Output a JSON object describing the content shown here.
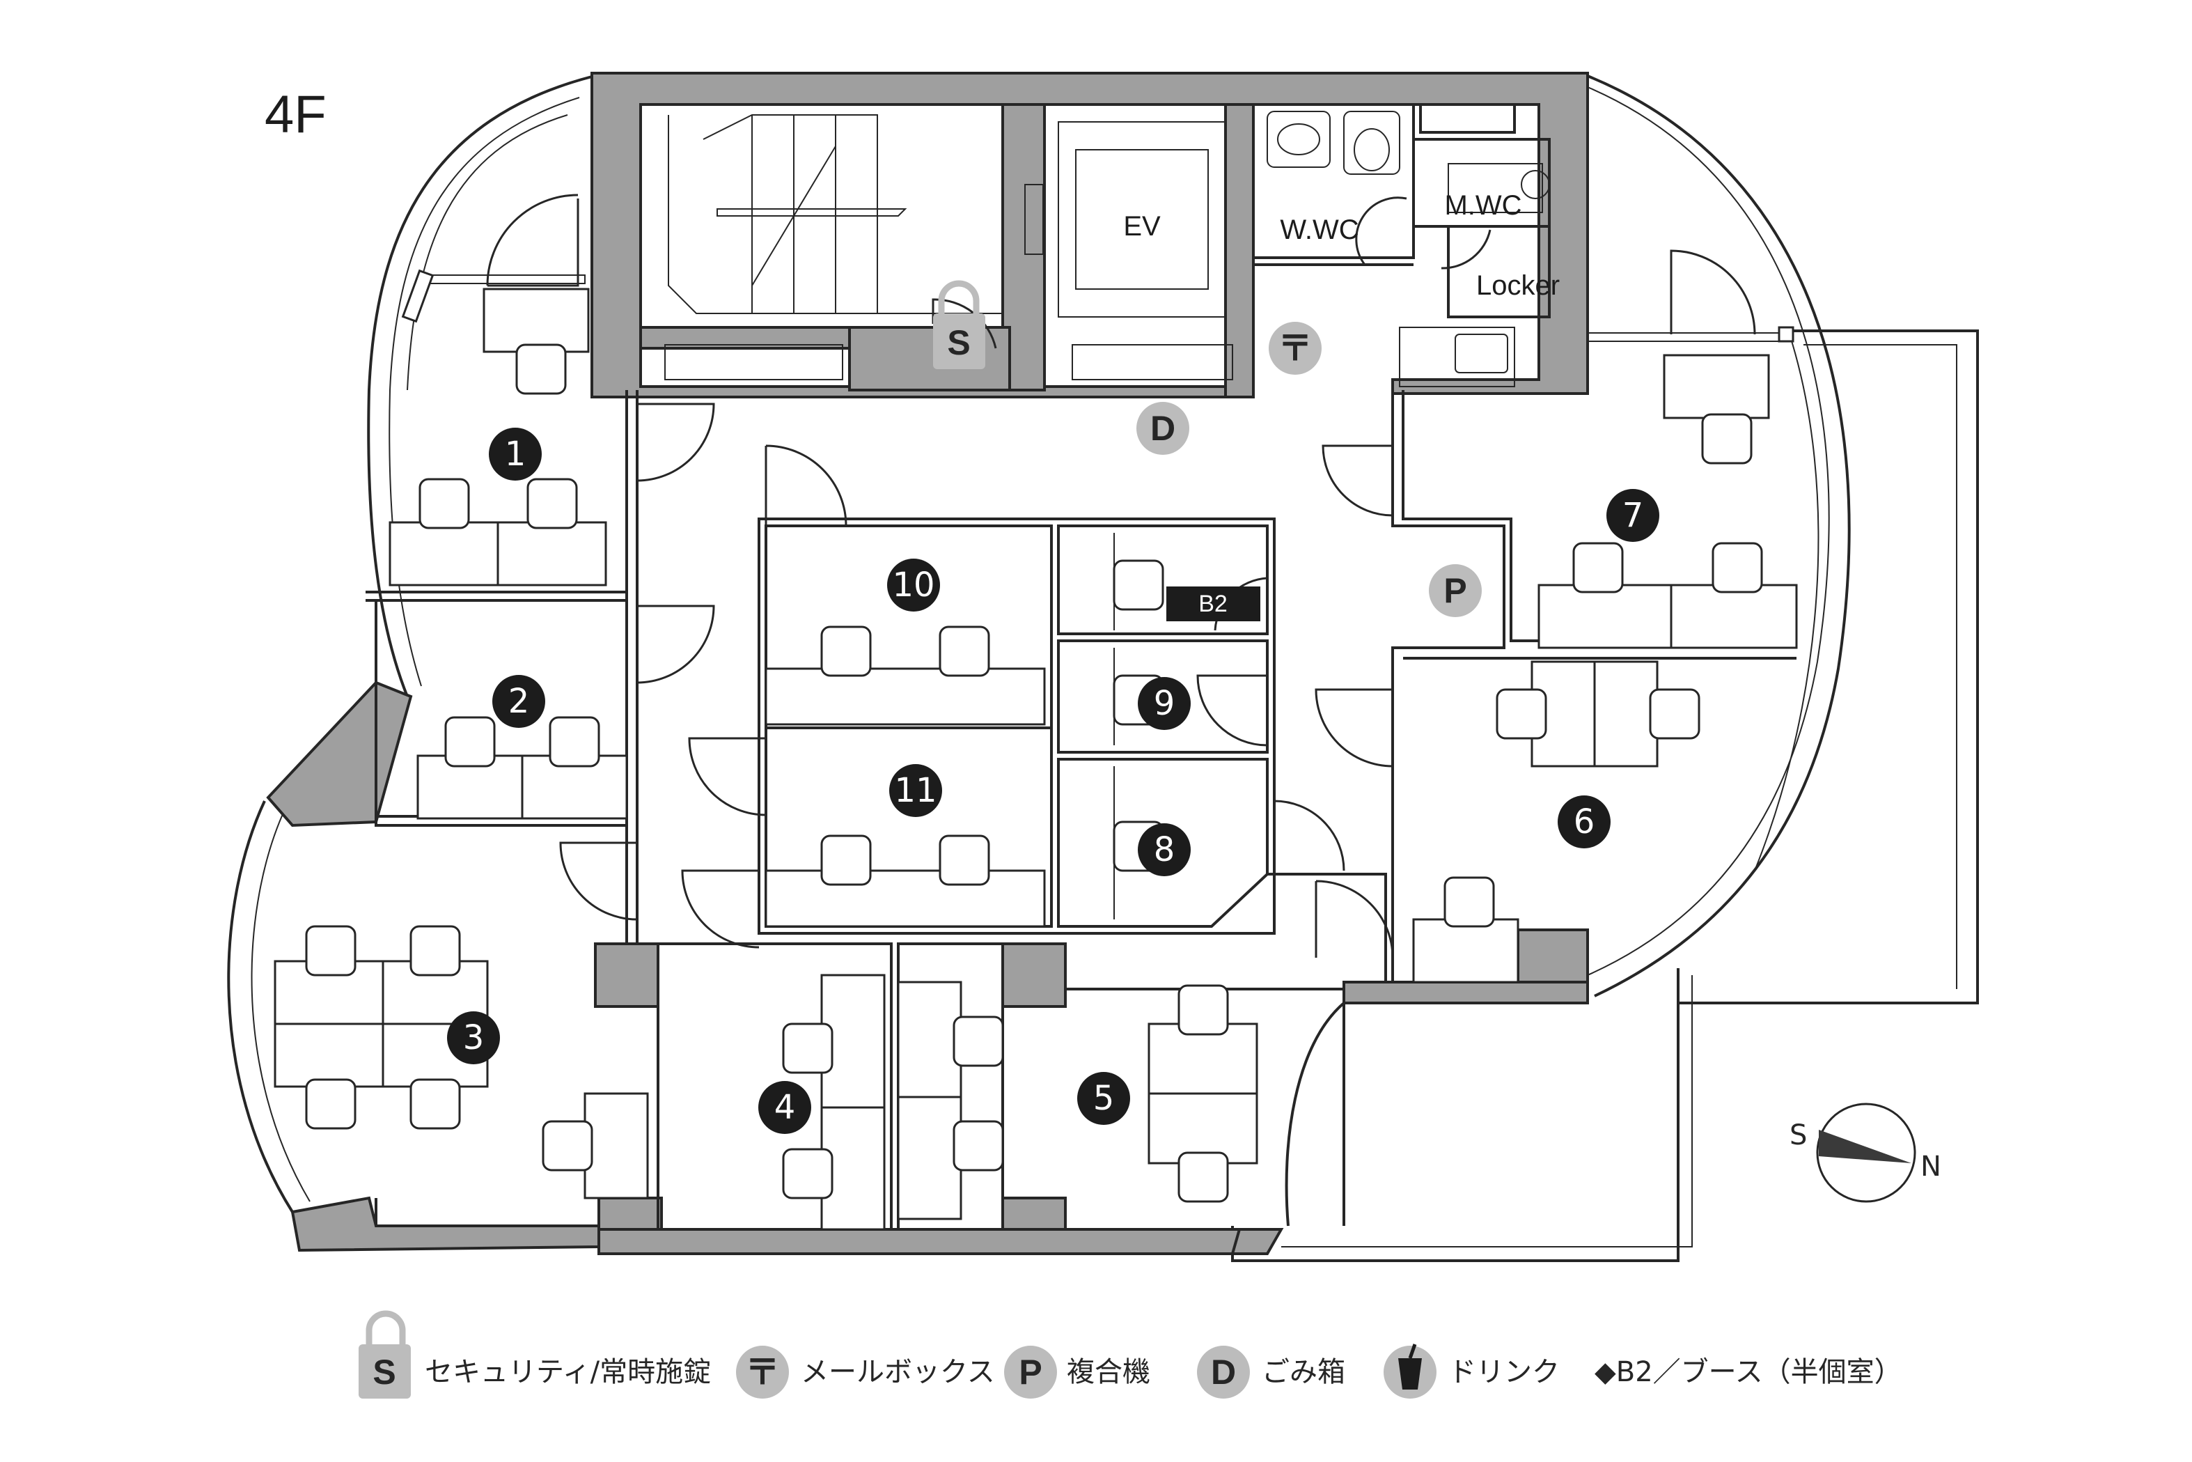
{
  "floor_label": "4F",
  "room_labels": {
    "ev": "EV",
    "w_wc": "W.WC",
    "m_wc": "M.WC",
    "locker": "Locker",
    "booth_b2": "B2"
  },
  "rooms": [
    {
      "id": "room-1",
      "number": "1"
    },
    {
      "id": "room-2",
      "number": "2"
    },
    {
      "id": "room-3",
      "number": "3"
    },
    {
      "id": "room-4",
      "number": "4"
    },
    {
      "id": "room-5",
      "number": "5"
    },
    {
      "id": "room-6",
      "number": "6"
    },
    {
      "id": "room-7",
      "number": "7"
    },
    {
      "id": "room-8",
      "number": "8"
    },
    {
      "id": "room-9",
      "number": "9"
    },
    {
      "id": "room-10",
      "number": "10"
    },
    {
      "id": "room-11",
      "number": "11"
    }
  ],
  "markers": {
    "security": "S",
    "mailbox": "〒",
    "printer": "P",
    "trash": "D"
  },
  "compass": {
    "south": "S",
    "north": "N"
  },
  "legend": {
    "security": {
      "symbol": "S",
      "label": "セキュリティ/常時施錠"
    },
    "mailbox": {
      "symbol": "〒",
      "label": "メールボックス"
    },
    "printer": {
      "symbol": "P",
      "label": "複合機"
    },
    "trash": {
      "symbol": "D",
      "label": "ごみ箱"
    },
    "drink": {
      "label": "ドリンク"
    },
    "booth": {
      "label": "◆B2／ブース（半個室）"
    }
  },
  "colors": {
    "wall": "#9f9f9f",
    "line": "#262626",
    "marker_dark": "#1c1c1c",
    "marker_grey": "#bcbcbc"
  }
}
